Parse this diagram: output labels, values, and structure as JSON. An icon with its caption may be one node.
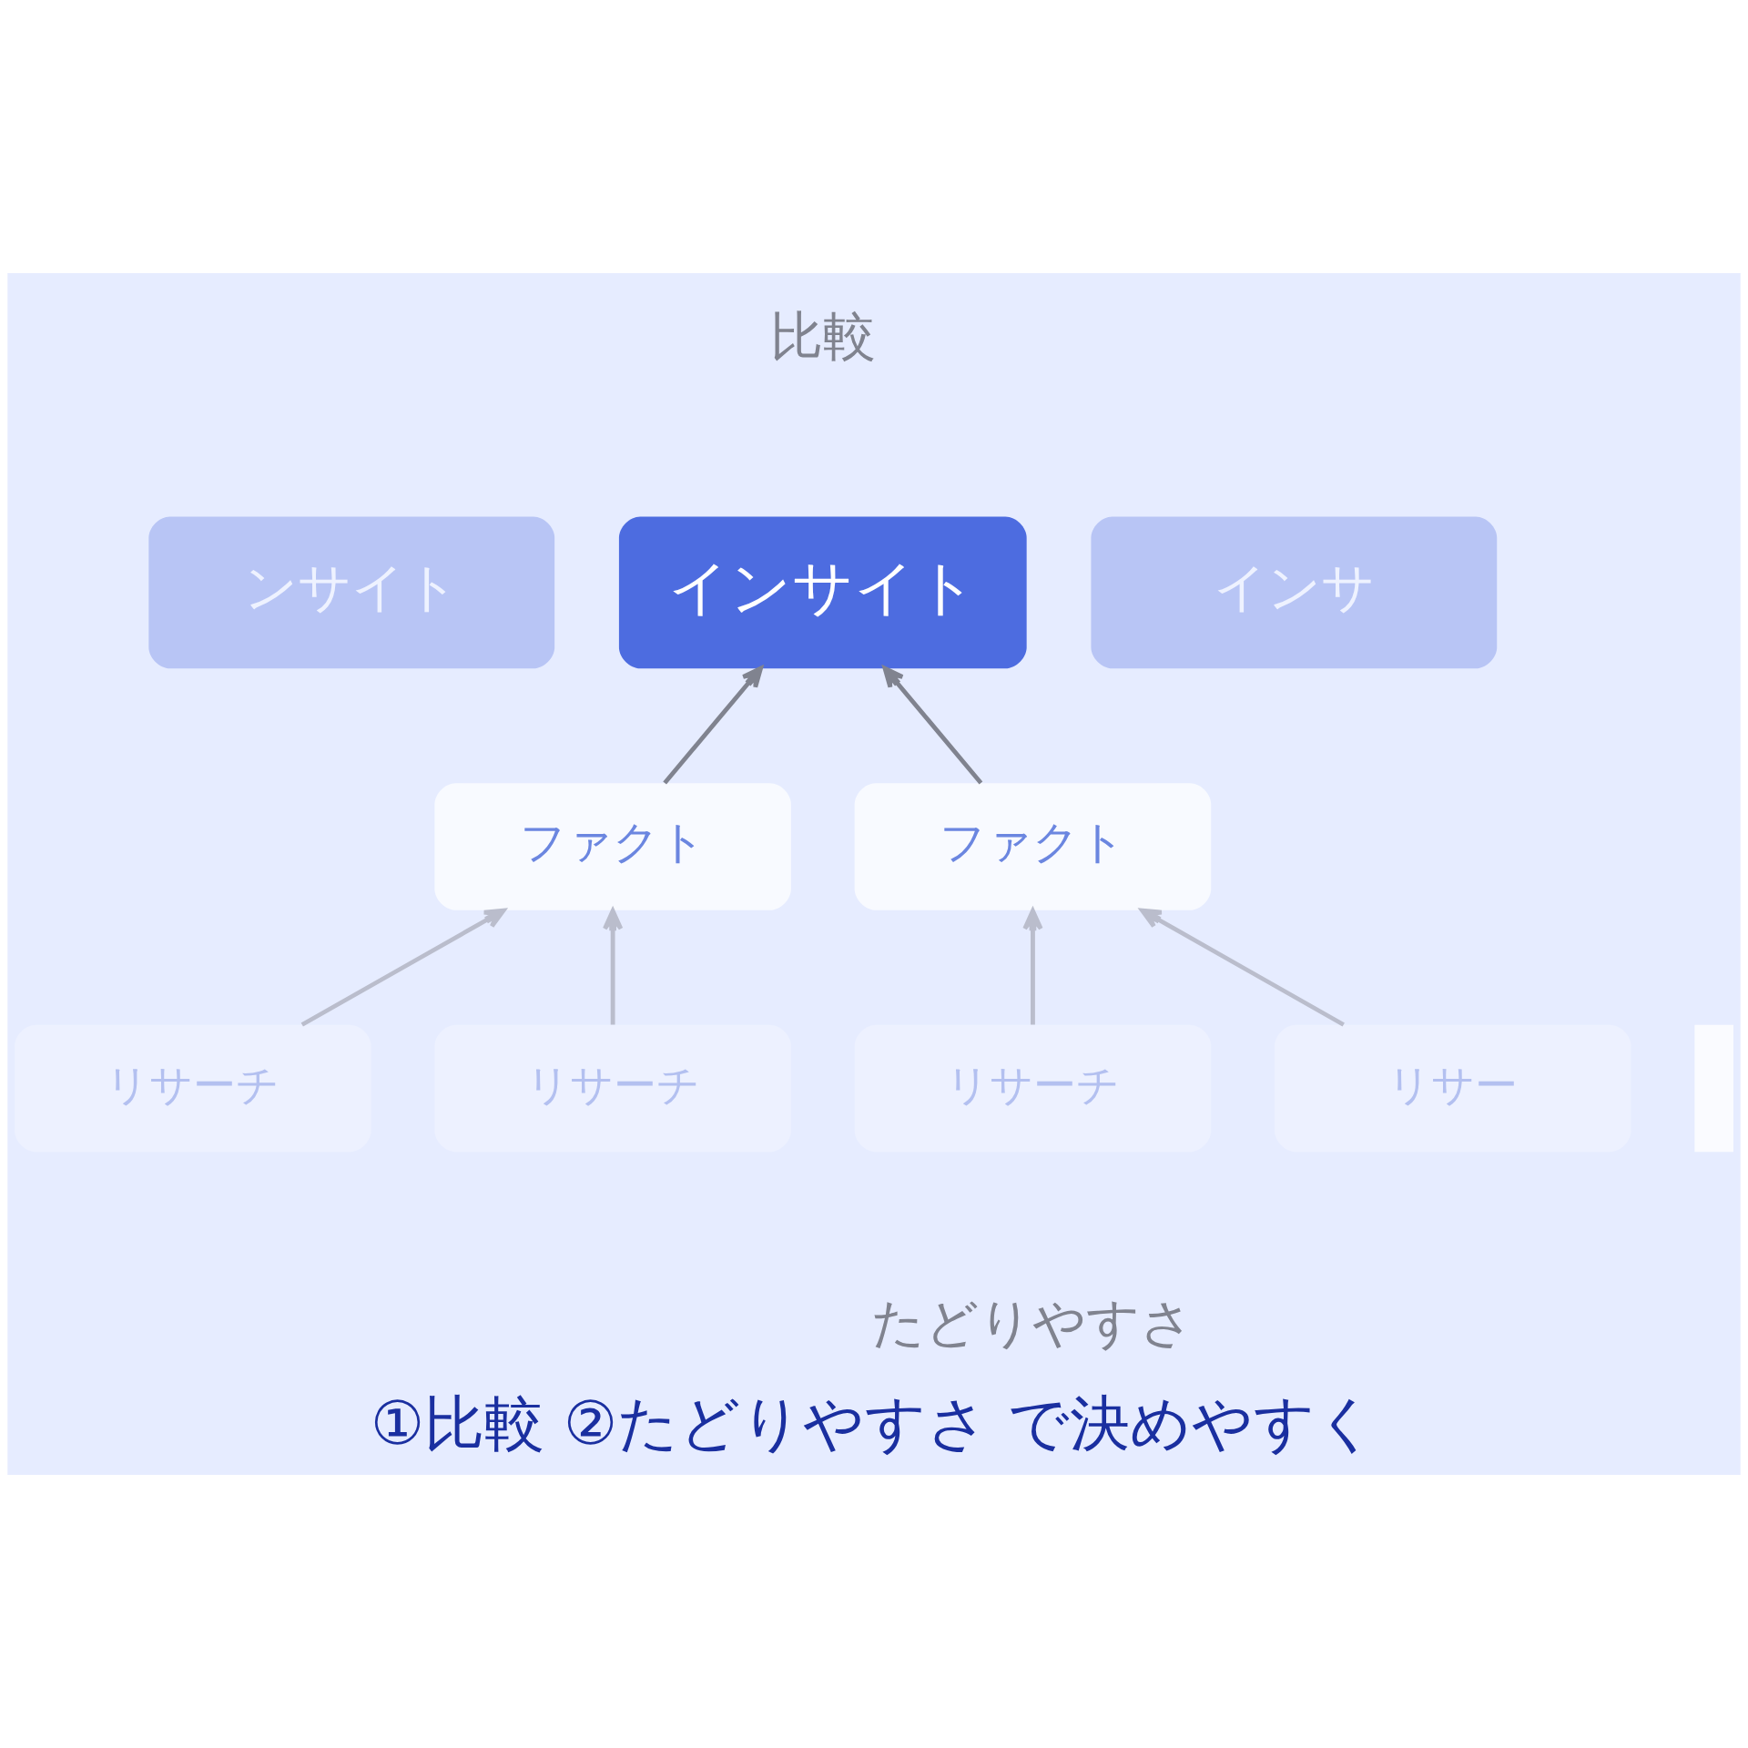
{
  "diagram": {
    "caption": "①比較 ②たどりやすさ で決めやすく",
    "nodes": [
      {
        "text": [
          "ンサイト"
        ]
      },
      {
        "text": [
          "インサイト"
        ]
      },
      {
        "text": [
          "インサ"
        ]
      },
      {
        "text": [
          "ファクト"
        ]
      },
      {
        "text": [
          "ファクト"
        ]
      },
      {
        "text": [],
        "shape": "box"
      },
      {
        "text": [
          "リサーチ"
        ]
      },
      {
        "text": [
          "リサーチ"
        ]
      },
      {
        "text": [
          "リサーチ"
        ]
      },
      {
        "text": [
          "リサー"
        ]
      }
    ],
    "edges": [
      {
        "from": 3,
        "to": 1,
        "arrow": "to",
        "color": "#80838f"
      },
      {
        "from": 4,
        "to": 1,
        "arrow": "to",
        "color": "#80838f"
      },
      {
        "from": 6,
        "to": 3,
        "arrow": "to"
      },
      {
        "from": 7,
        "to": 3,
        "arrow": "to"
      },
      {
        "from": 8,
        "to": 4,
        "arrow": "to"
      },
      {
        "from": 9,
        "to": 4,
        "arrow": "to"
      }
    ],
    "labels": [
      "比較",
      "たどりやすさ"
    ]
  }
}
